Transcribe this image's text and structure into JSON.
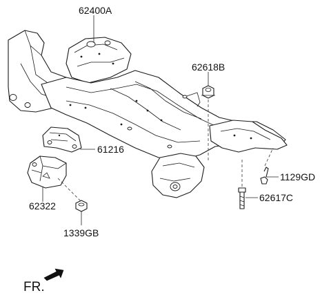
{
  "diagram": {
    "parts": {
      "subframe": "62400A",
      "nut": "62618B",
      "bracket": "61216",
      "bolt_rear": "1129GD",
      "bolt_front": "62617C",
      "mount": "62322",
      "mount_bolt": "1339GB"
    },
    "direction": {
      "label": "FR."
    }
  }
}
